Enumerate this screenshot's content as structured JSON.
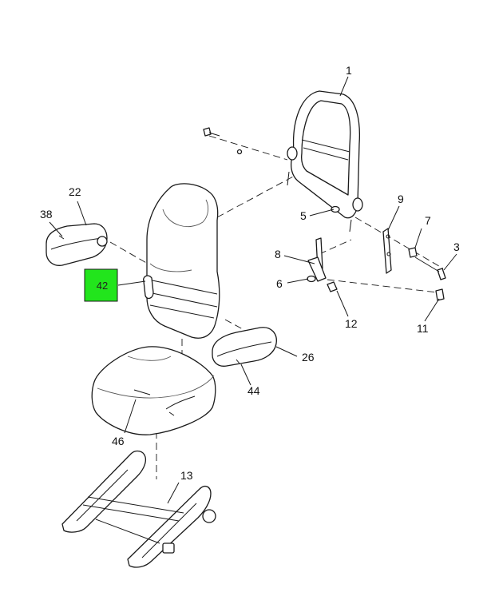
{
  "callouts": {
    "c1": "1",
    "c3": "3",
    "c5": "5",
    "c6": "6",
    "c7": "7",
    "c8": "8",
    "c9": "9",
    "c11": "11",
    "c12": "12",
    "c13": "13",
    "c22": "22",
    "c26": "26",
    "c38": "38",
    "c44": "44",
    "c46": "46"
  },
  "highlight": {
    "label": "42",
    "color": "#22e51c"
  }
}
